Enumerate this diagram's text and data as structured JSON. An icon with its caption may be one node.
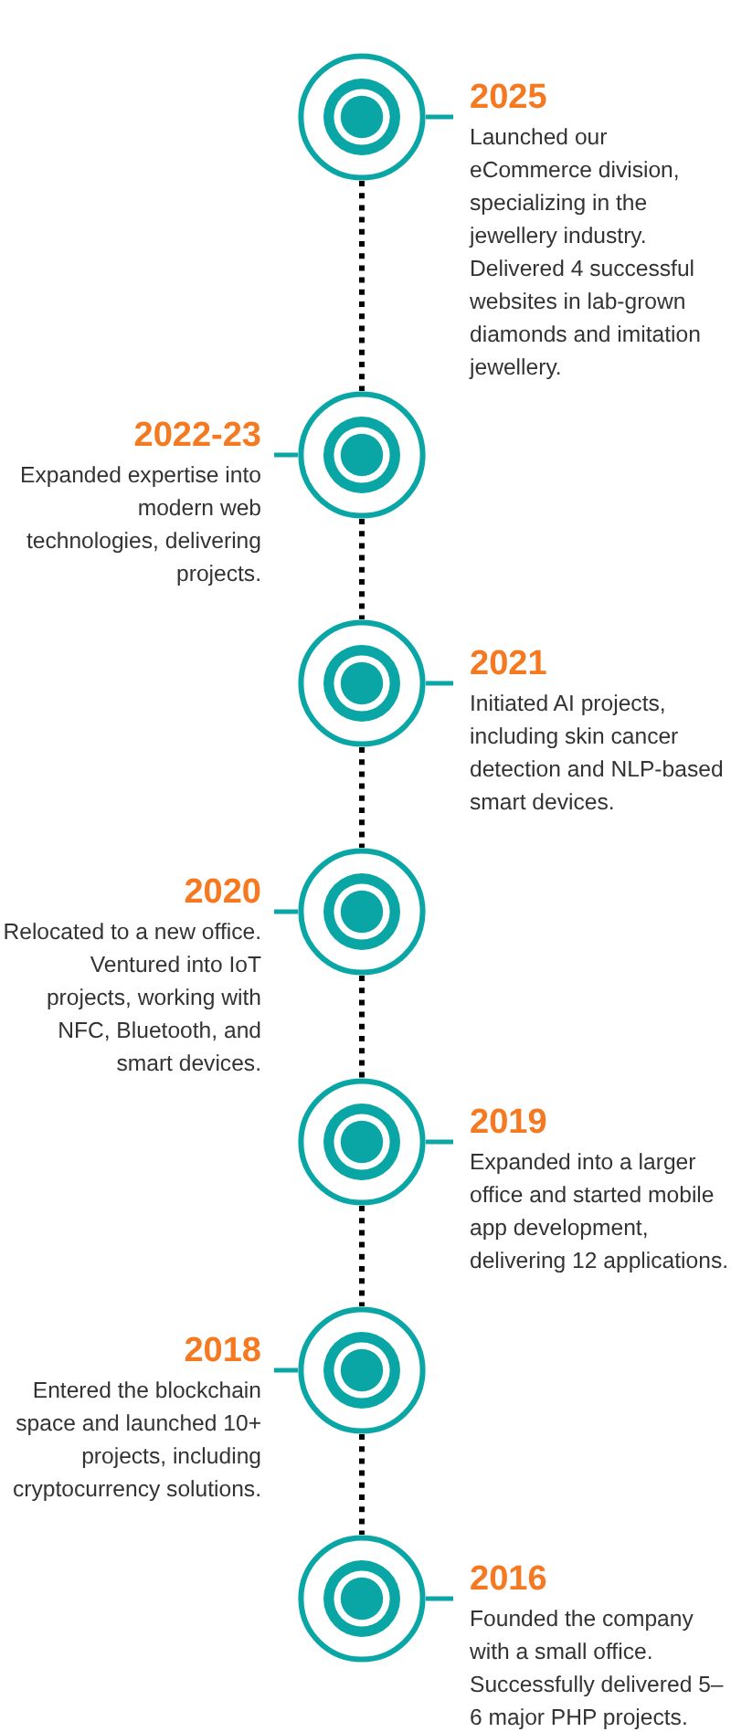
{
  "diagram": {
    "nodes": [
      {
        "text": [],
        "shape": "circle"
      },
      {
        "text": [
          "2025",
          "Launched our eCommerce division, specializing in the jewellery industry. Delivered 4 successful websites in lab-grown diamonds and imitation jewellery."
        ]
      },
      {
        "text": [],
        "shape": "circle"
      },
      {
        "text": [
          "2022-23",
          "Expanded expertise into modern web technologies, delivering projects."
        ]
      },
      {
        "text": [],
        "shape": "circle"
      },
      {
        "text": [
          "2021",
          "Initiated AI projects, including skin cancer detection and NLP-based smart devices."
        ]
      },
      {
        "text": [],
        "shape": "circle"
      },
      {
        "text": [
          "2020",
          "Relocated to a new office. Ventured into IoT projects, working with NFC, Bluetooth, and smart devices."
        ]
      },
      {
        "text": [],
        "shape": "circle"
      },
      {
        "text": [
          "2019",
          "Expanded into a larger office and started mobile app development, delivering 12 applications."
        ]
      },
      {
        "text": [],
        "shape": "circle"
      },
      {
        "text": [
          "2018",
          "Entered the blockchain space and launched 10+ projects, including cryptocurrency solutions."
        ]
      },
      {
        "text": [],
        "shape": "circle"
      },
      {
        "text": [
          "2016",
          "Founded the company with a small office. Successfully delivered 5–6 major PHP projects."
        ]
      }
    ],
    "edges": [
      {
        "from": 0,
        "to": 1,
        "arrow": "none"
      },
      {
        "from": 0,
        "to": 2,
        "arrow": "none",
        "style": "dashed",
        "color": "#000000"
      },
      {
        "from": 2,
        "to": 3,
        "arrow": "none"
      },
      {
        "from": 2,
        "to": 4,
        "arrow": "none",
        "style": "dashed",
        "color": "#000000"
      },
      {
        "from": 4,
        "to": 5,
        "arrow": "none"
      },
      {
        "from": 4,
        "to": 6,
        "arrow": "none",
        "style": "dashed",
        "color": "#000000"
      },
      {
        "from": 6,
        "to": 7,
        "arrow": "none"
      },
      {
        "from": 6,
        "to": 8,
        "arrow": "none",
        "style": "dashed",
        "color": "#000000"
      },
      {
        "from": 8,
        "to": 9,
        "arrow": "none"
      },
      {
        "from": 8,
        "to": 10,
        "arrow": "none",
        "style": "dashed",
        "color": "#000000"
      },
      {
        "from": 10,
        "to": 11,
        "arrow": "none"
      },
      {
        "from": 10,
        "to": 12,
        "arrow": "none",
        "style": "dashed",
        "color": "#000000"
      },
      {
        "from": 12,
        "to": 13,
        "arrow": "none"
      }
    ]
  }
}
